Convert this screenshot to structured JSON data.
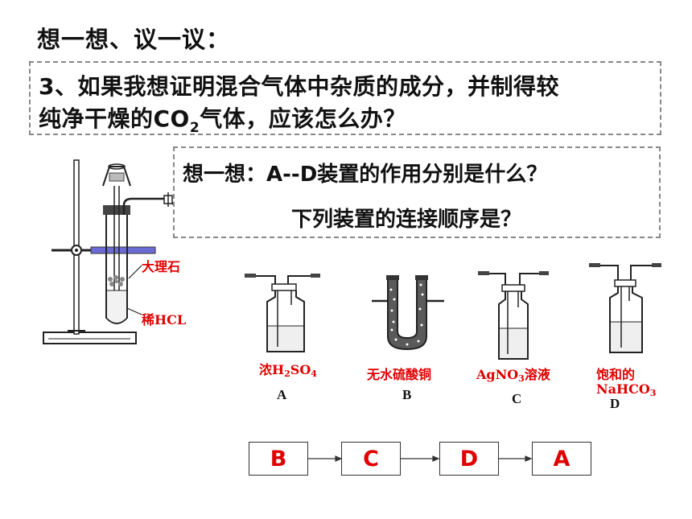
{
  "heading": "想一想、议一议：",
  "question": {
    "line1": "3、如果我想证明混合气体中杂质的成分，并制得较",
    "line2_before": "纯净干燥的CO",
    "line2_sub": "2",
    "line2_after": "气体，应该怎么办？"
  },
  "think": {
    "line1": "想一想：A--D装置的作用分别是什么？",
    "line2": "下列装置的连接顺序是？"
  },
  "generator": {
    "label_solid": "大理石",
    "label_liquid": "稀HCL"
  },
  "devices": [
    {
      "letter": "A",
      "reagent_pre": "浓H",
      "sub1": "2",
      "reagent_mid": "SO",
      "sub2": "4",
      "reagent_post": ""
    },
    {
      "letter": "B",
      "reagent": "无水硫酸铜"
    },
    {
      "letter": "C",
      "reagent_pre": "AgNO",
      "sub1": "3",
      "reagent_post": "溶液"
    },
    {
      "letter": "D",
      "reagent_line1": "饱和的",
      "reagent_pre": "NaHCO",
      "sub1": "3"
    }
  ],
  "sequence": [
    "B",
    "C",
    "D",
    "A"
  ],
  "colors": {
    "accent_red": "#e00000",
    "dashed_border": "#888888",
    "tube_band": "#6b6bd6"
  }
}
